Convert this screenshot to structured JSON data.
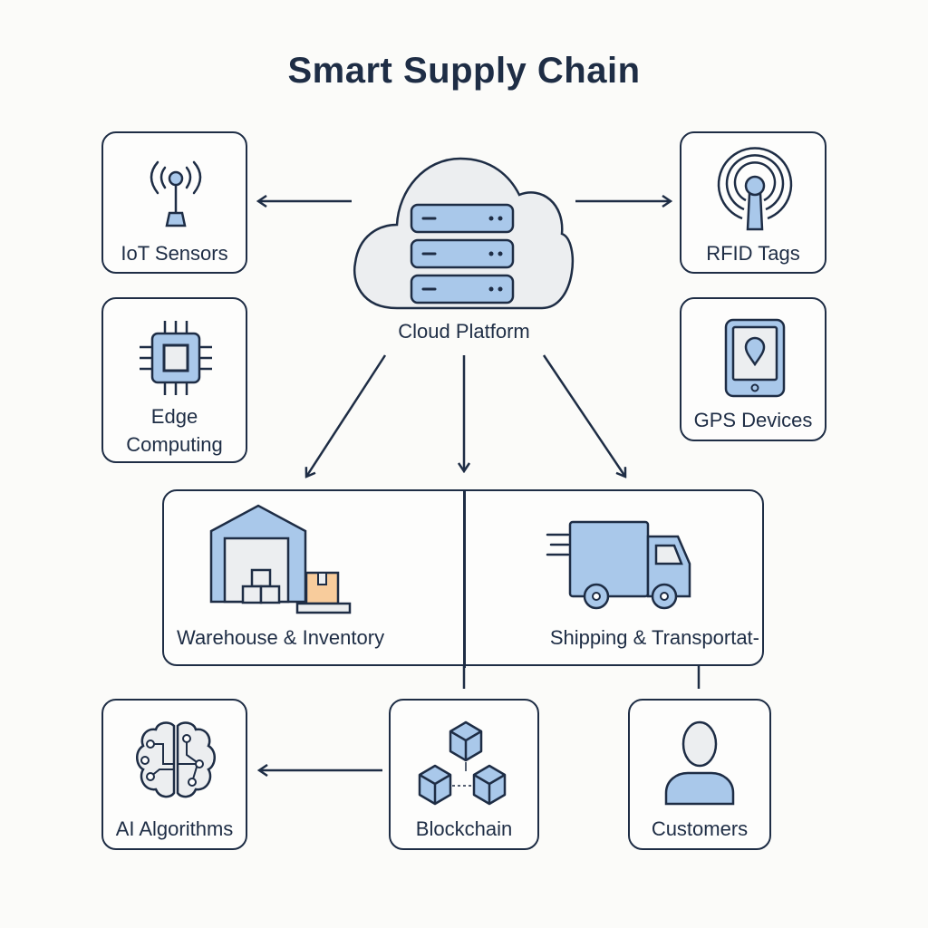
{
  "title": "Smart Supply Chain",
  "nodes": {
    "cloud": "Cloud Platform",
    "iot": "IoT Sensors",
    "edge_line1": "Edge",
    "edge_line2": "Computing",
    "rfid": "RFID Tags",
    "gps": "GPS Devices",
    "warehouse": "Warehouse & Inventory",
    "shipping": "Shipping & Transportat-",
    "ai": "AI Algorithms",
    "blockchain": "Blockchain",
    "customers": "Customers"
  },
  "colors": {
    "stroke": "#1e2d45",
    "fill_blue": "#a9c8ea",
    "fill_gray": "#eceef0",
    "fill_orange": "#f8cc9c"
  }
}
